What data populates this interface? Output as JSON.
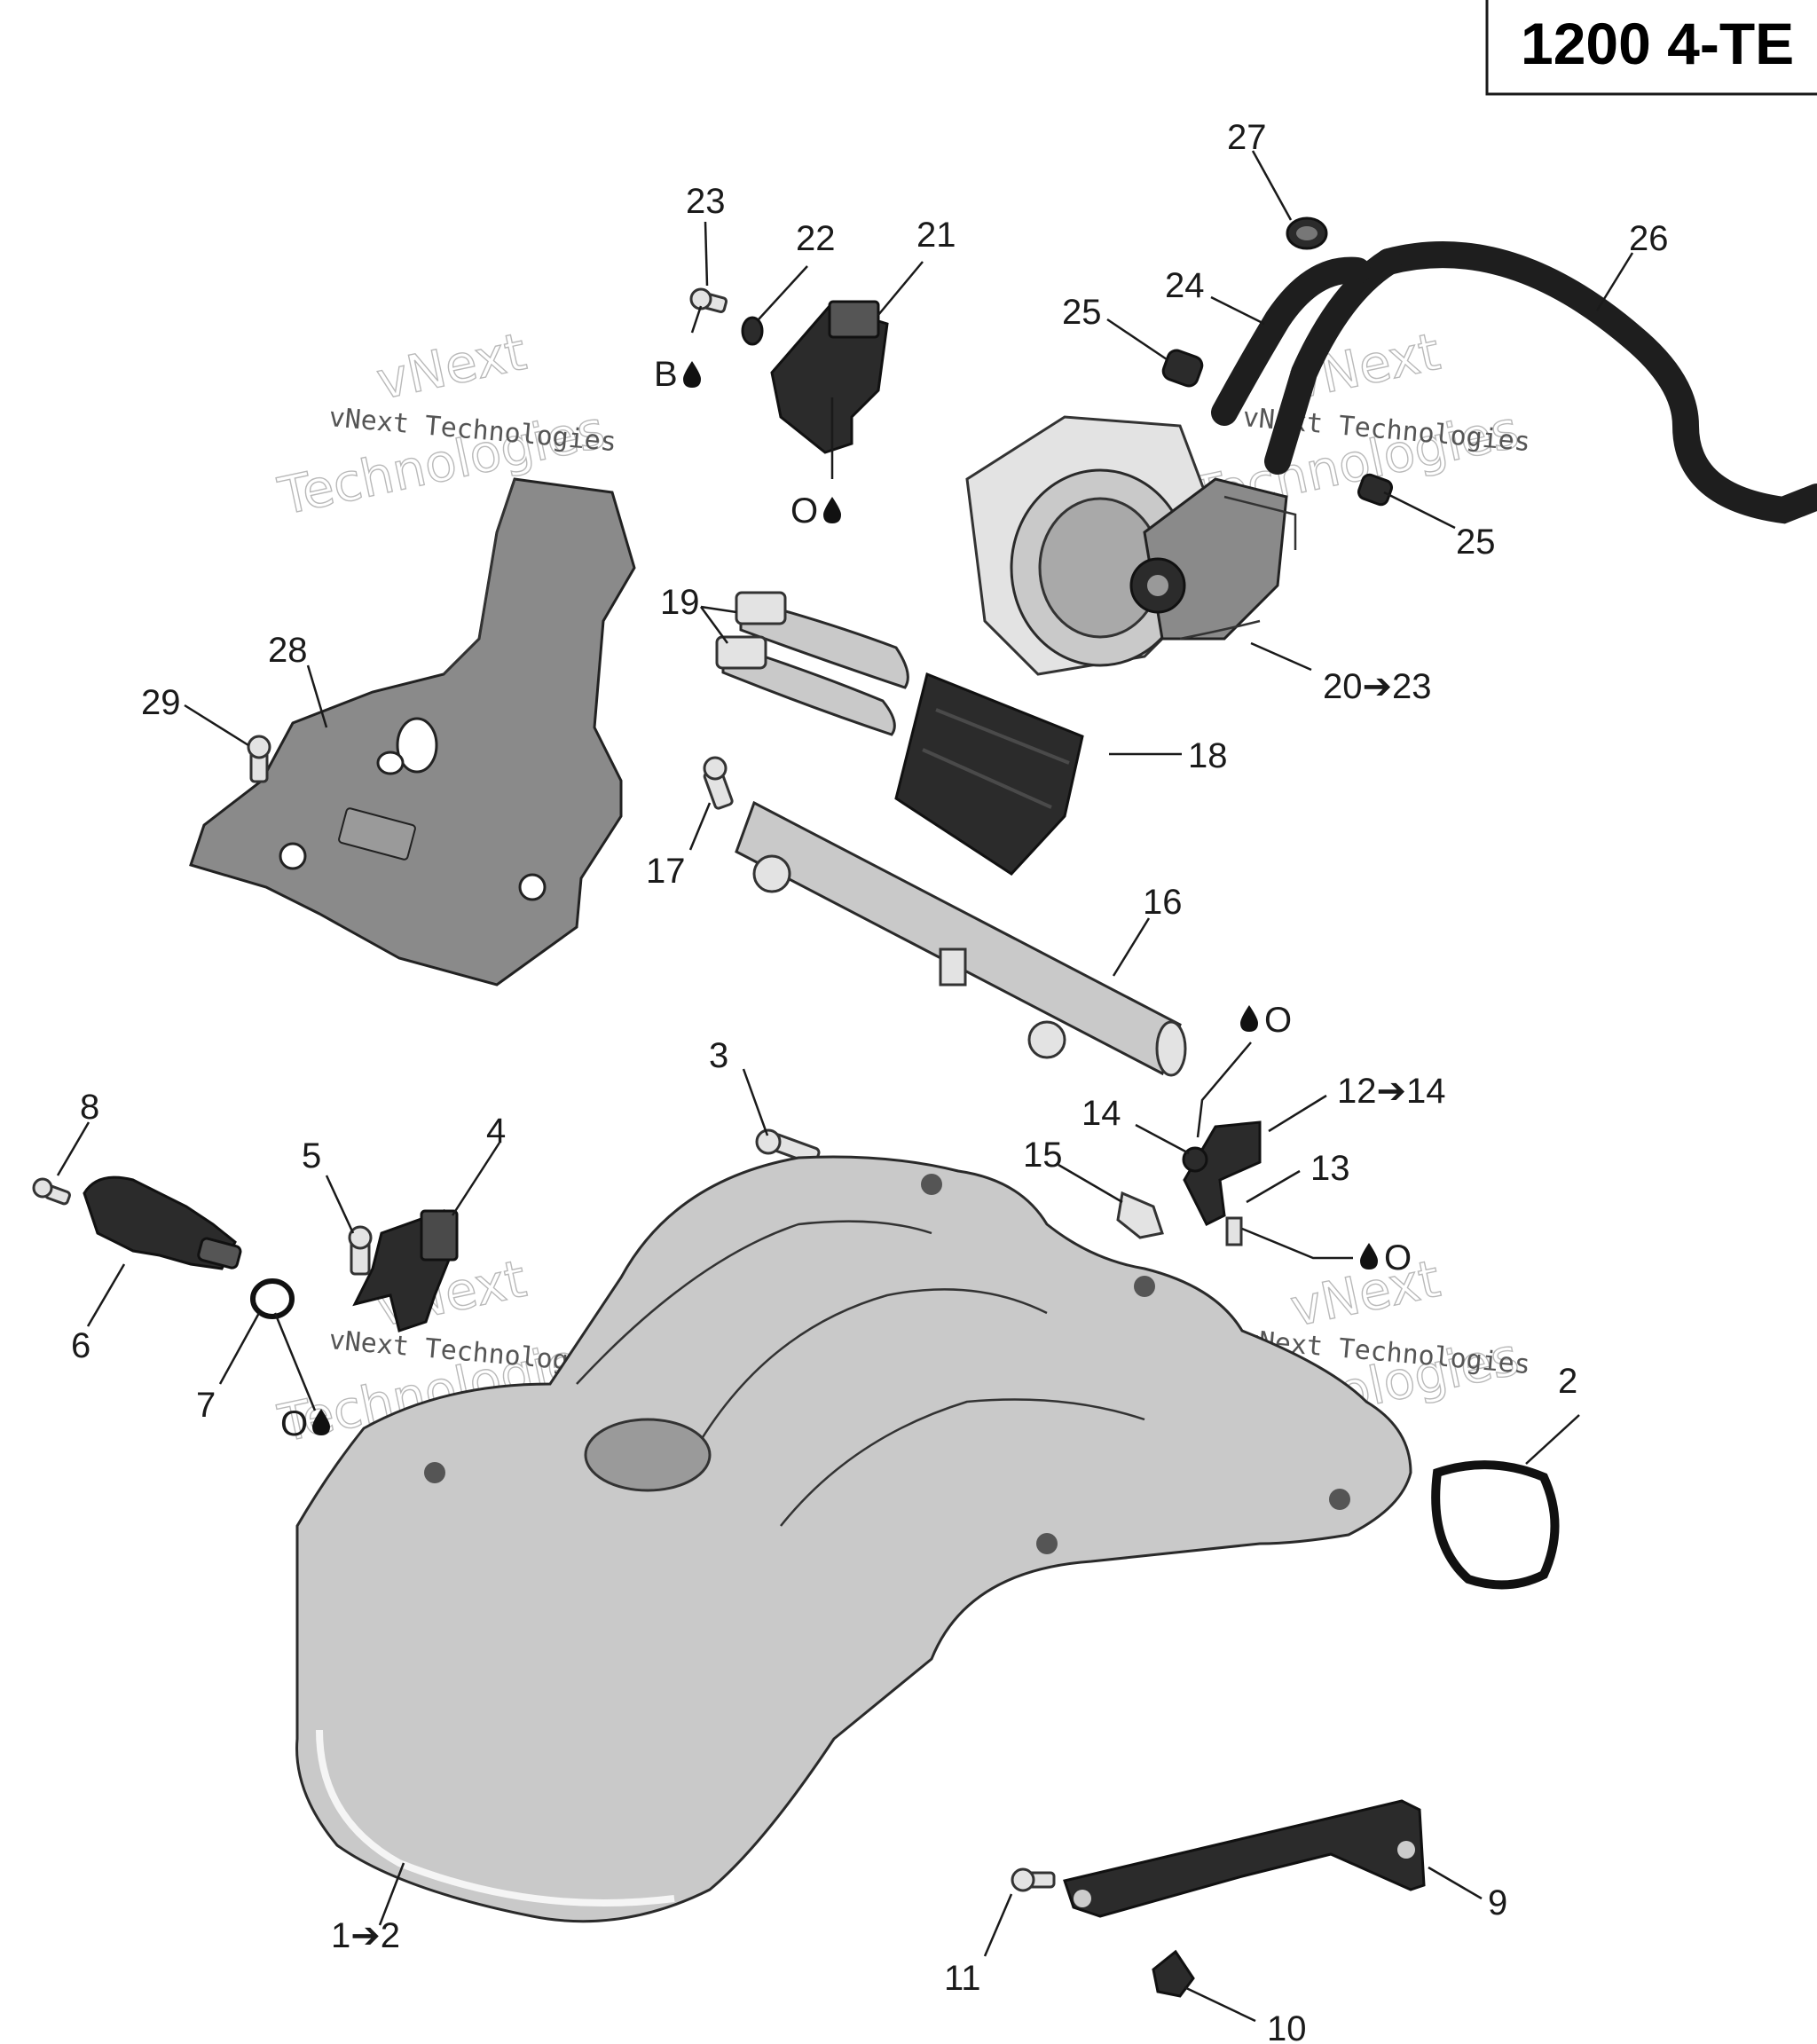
{
  "title_box": {
    "text": "1200 4-TE"
  },
  "watermark": {
    "line1": "vNext",
    "line2": "Technologies",
    "small": "vNext Technologies"
  },
  "callouts": {
    "c1": "1➔2",
    "c2": "2",
    "c3": "3",
    "c4": "4",
    "c5": "5",
    "c6": "6",
    "c7": "7",
    "c8": "8",
    "c9": "9",
    "c10": "10",
    "c11": "11",
    "c12": "12➔14",
    "c13": "13",
    "c14": "14",
    "c15": "15",
    "c16": "16",
    "c17": "17",
    "c18": "18",
    "c19": "19",
    "c20": "20➔23",
    "c21": "21",
    "c22": "22",
    "c23": "23",
    "c24": "24",
    "c25a": "25",
    "c25b": "25",
    "c26": "26",
    "c27": "27",
    "c28": "28",
    "c29": "29"
  },
  "lubricant_marks": {
    "b_screw_23": "B",
    "o_part_21": "O",
    "o_part_4": "O",
    "o_fuel_rail": "O",
    "o_injector": "O"
  }
}
